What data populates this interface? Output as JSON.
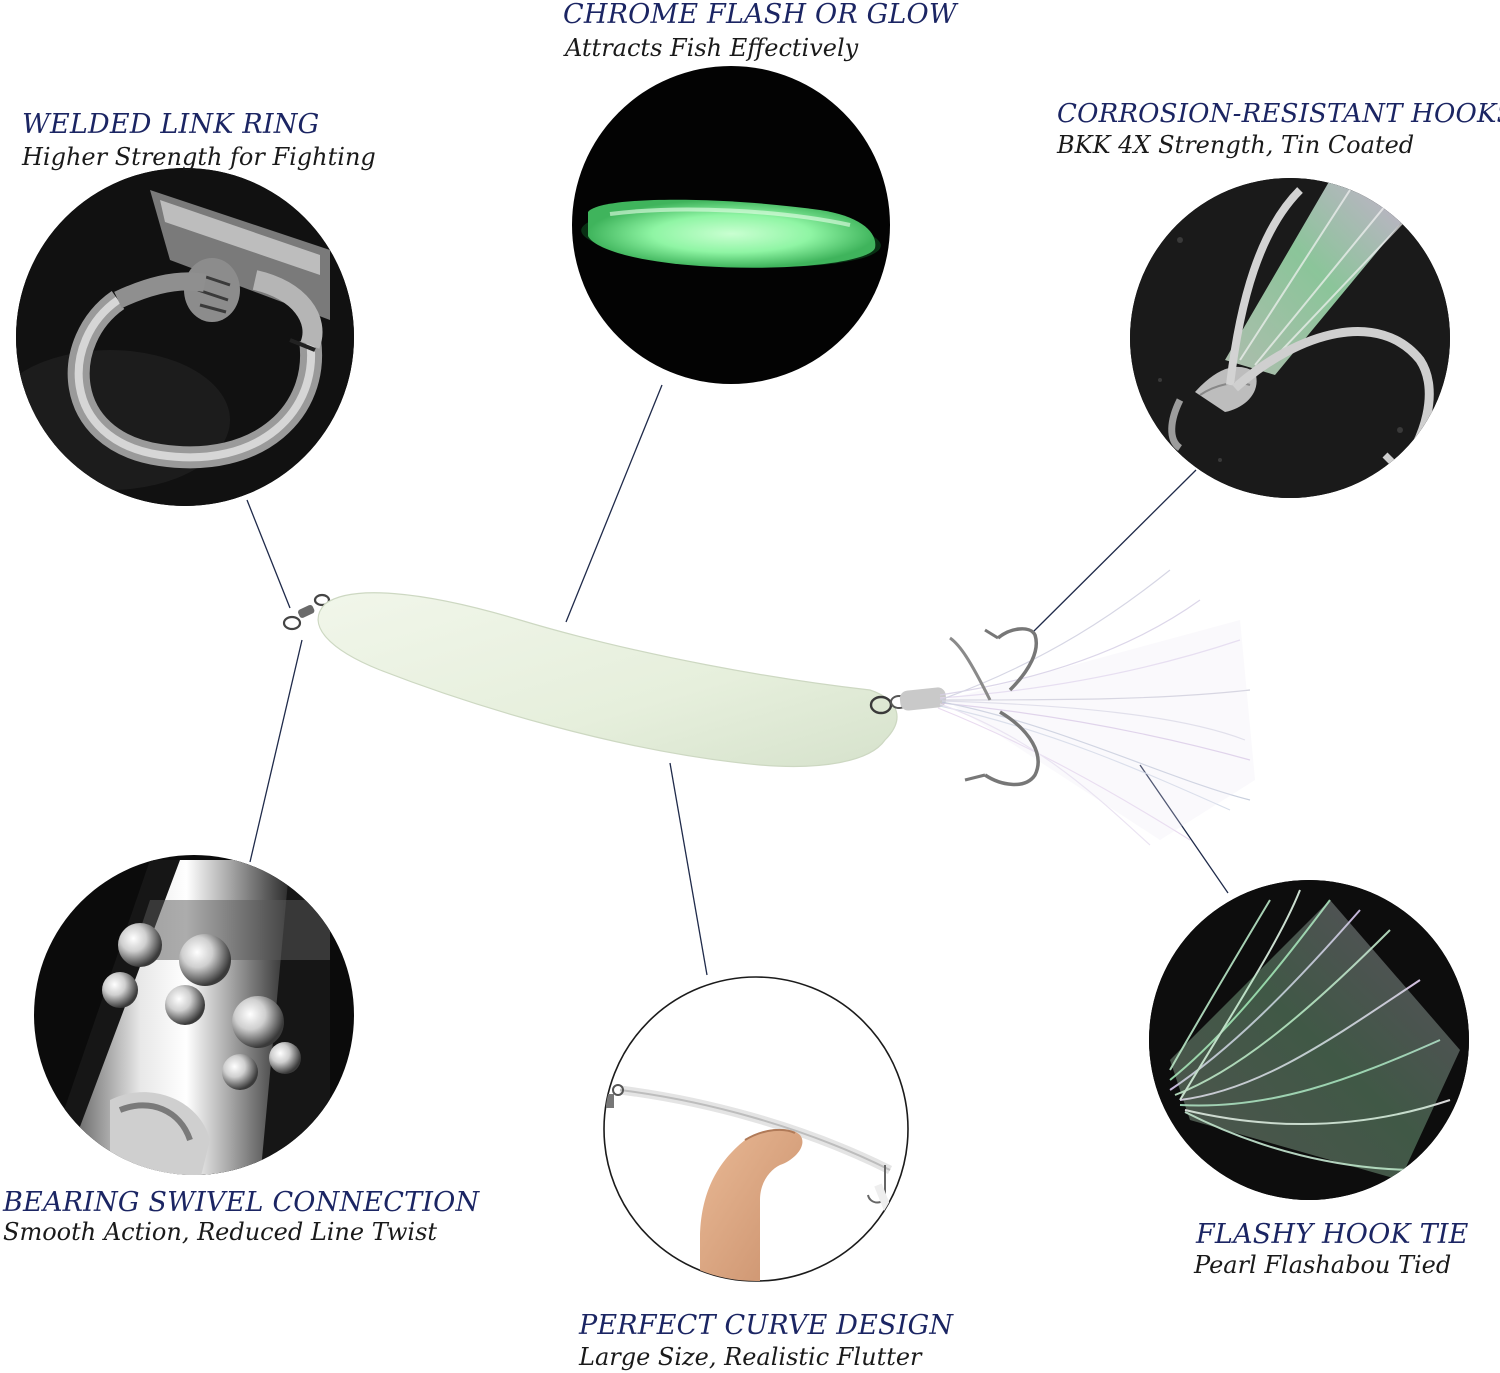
{
  "colors": {
    "title_navy": "#1b2563",
    "subtitle": "#1a1a1a",
    "leader_line": "#1f2a4a",
    "glow_green": "#8ff5a4",
    "lure_body": "#e8f0df",
    "circle_bg": "#0a0a0a"
  },
  "features": {
    "chrome_flash": {
      "title": "CHROME FLASH OR GLOW",
      "subtitle": "Attracts Fish Effectively",
      "image": "glow-spoon-in-dark-photo"
    },
    "welded_ring": {
      "title": "WELDED LINK RING",
      "subtitle": "Higher Strength for Fighting",
      "image": "welded-split-ring-closeup-photo"
    },
    "hooks": {
      "title": "CORROSION-RESISTANT HOOKS",
      "subtitle": "BKK 4X Strength, Tin Coated",
      "image": "treble-hook-closeup-photo"
    },
    "swivel": {
      "title": "BEARING SWIVEL CONNECTION",
      "subtitle": "Smooth Action, Reduced Line Twist",
      "image": "ball-bearing-swivel-closeup-photo"
    },
    "curve": {
      "title": "PERFECT CURVE DESIGN",
      "subtitle": "Large Size, Realistic Flutter",
      "image": "hand-holding-spoon-photo"
    },
    "hook_tie": {
      "title": "FLASHY HOOK TIE",
      "subtitle": "Pearl Flashabou Tied",
      "image": "pearl-flashabou-closeup-photo"
    }
  },
  "main_product": {
    "image": "glow-spoon-lure-with-treble-hook"
  }
}
